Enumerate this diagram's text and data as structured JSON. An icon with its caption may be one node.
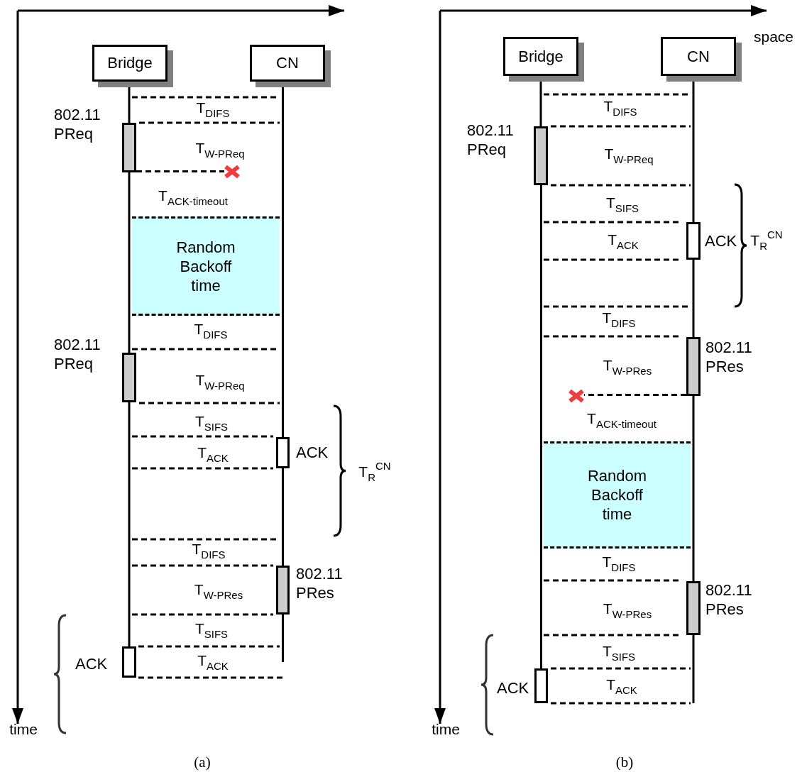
{
  "diagram": {
    "nodes": [
      {
        "text": [
          "Bridge"
        ]
      },
      {
        "text": [
          "CN"
        ]
      },
      {
        "text": [
          "Random Backoff time"
        ]
      },
      {
        "text": [],
        "shape": "bar",
        "beside": [
          "802.11 PReq"
        ]
      },
      {
        "text": [],
        "shape": "bar",
        "beside": [
          "802.11 PReq"
        ]
      },
      {
        "text": [],
        "shape": "box",
        "beside": [
          "ACK"
        ]
      },
      {
        "text": [],
        "shape": "bar",
        "beside": [
          "802.11 PRes"
        ]
      },
      {
        "text": [],
        "shape": "box",
        "beside": [
          "ACK"
        ]
      },
      {
        "text": [
          "Bridge"
        ]
      },
      {
        "text": [
          "CN"
        ]
      },
      {
        "text": [
          "Random Backoff time"
        ]
      },
      {
        "text": [],
        "shape": "bar",
        "beside": [
          "802.11 PReq"
        ]
      },
      {
        "text": [],
        "shape": "box",
        "beside": [
          "ACK"
        ]
      },
      {
        "text": [],
        "shape": "bar",
        "beside": [
          "802.11 PRes"
        ]
      },
      {
        "text": [],
        "shape": "bar",
        "beside": [
          "802.11 PRes"
        ]
      },
      {
        "text": [],
        "shape": "box",
        "beside": [
          "ACK"
        ]
      },
      {
        "text": [],
        "shape": "cross"
      },
      {
        "text": [],
        "shape": "cross"
      }
    ],
    "edges": [
      {
        "from": 0,
        "to": 3,
        "arrow": "none"
      },
      {
        "from": 3,
        "to": 4,
        "arrow": "none"
      },
      {
        "from": 4,
        "to": 7,
        "arrow": "none"
      },
      {
        "from": 1,
        "to": 5,
        "arrow": "none"
      },
      {
        "from": 5,
        "to": 6,
        "arrow": "none"
      },
      {
        "from": 6,
        "to": null,
        "arrow": "none"
      },
      {
        "from": 8,
        "to": 11,
        "arrow": "none"
      },
      {
        "from": 11,
        "to": 15,
        "arrow": "none"
      },
      {
        "from": 9,
        "to": 12,
        "arrow": "none"
      },
      {
        "from": 12,
        "to": 13,
        "arrow": "none"
      },
      {
        "from": 13,
        "to": 14,
        "arrow": "none"
      },
      {
        "from": 14,
        "to": null,
        "arrow": "none"
      },
      {
        "from": 3,
        "to": 16,
        "arrow": "none",
        "style": "dashed"
      },
      {
        "from": 13,
        "to": 17,
        "arrow": "none",
        "style": "dashed"
      }
    ],
    "labels": [
      "T$_{DIFS}$",
      "T$_{W-PReq}$",
      "T$_{ACK-timeout}$",
      "T$_{DIFS}$",
      "T$_{W-PReq}$",
      "T$_{SIFS}$",
      "T$_{ACK}$",
      "T$_{R}$$^{CN}$",
      "T$_{DIFS}$",
      "T$_{W-PRes}$",
      "T$_{SIFS}$",
      "T$_{ACK}$",
      "time",
      "(a)",
      "space",
      "T$_{DIFS}$",
      "T$_{W-PReq}$",
      "T$_{SIFS}$",
      "T$_{ACK}$",
      "T$_{R}$$^{CN}$",
      "T$_{DIFS}$",
      "T$_{W-PRes}$",
      "T$_{ACK-timeout}$",
      "T$_{DIFS}$",
      "T$_{W-PRes}$",
      "T$_{SIFS}$",
      "T$_{ACK}$",
      "time",
      "(b)"
    ]
  }
}
